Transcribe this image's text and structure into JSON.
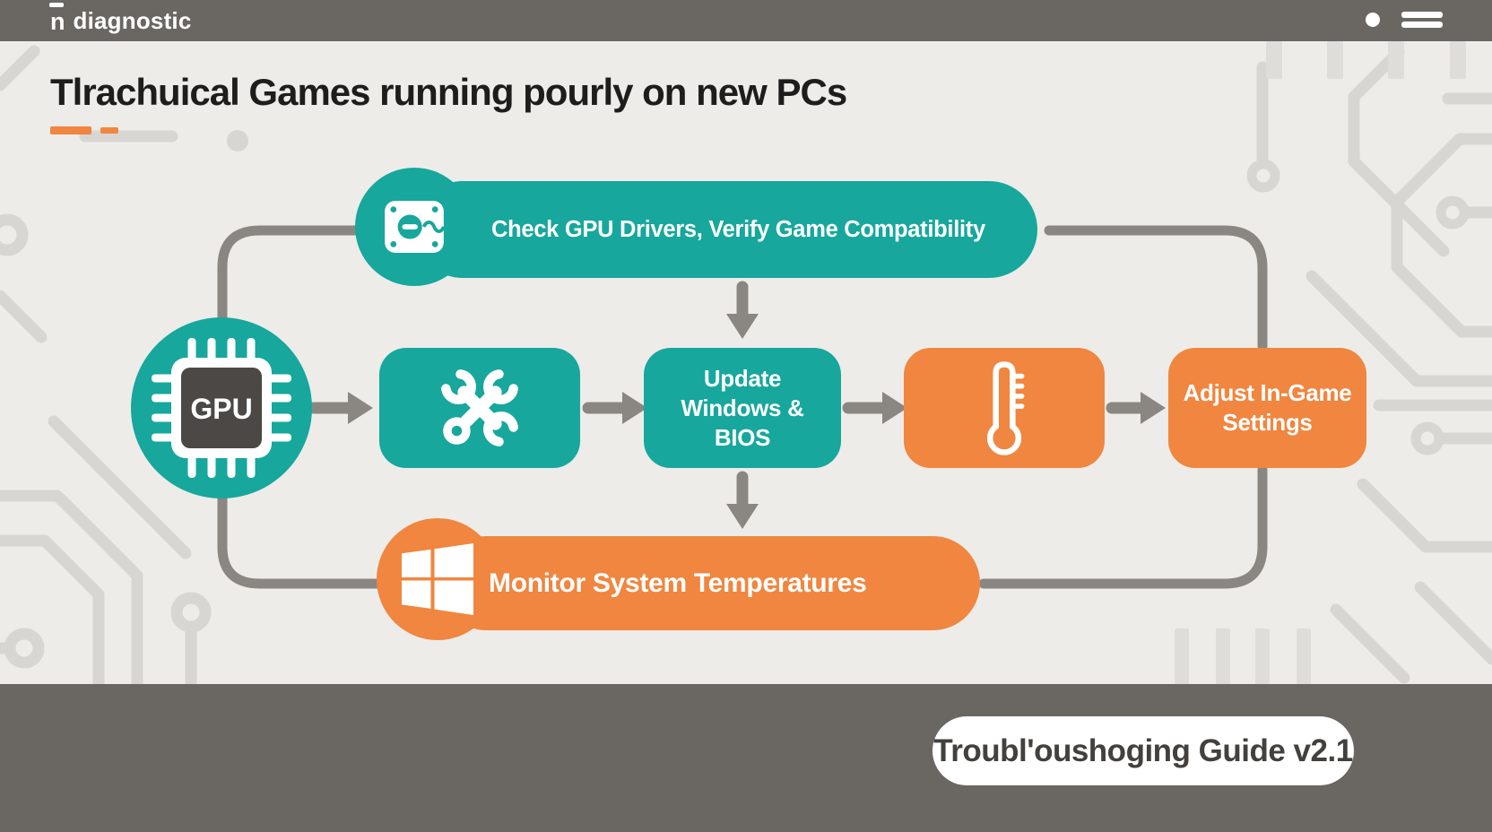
{
  "topbar": {
    "logo_glyph": "n",
    "brand": "diagnostic"
  },
  "page": {
    "title": "Tlrachuical Games running pourly on new PCs"
  },
  "flow": {
    "top_pill": {
      "label": "Check GPU Drivers, Verify Game Compatibility",
      "icon": "gpu-driver-card-icon"
    },
    "start": {
      "chip_label": "GPU",
      "icon": "gpu-chip-icon"
    },
    "tools_step": {
      "icon": "crossed-wrenches-icon"
    },
    "update_step": {
      "label": "Update Windows & BIOS"
    },
    "temp_step": {
      "icon": "thermometer-icon"
    },
    "adjust_step": {
      "label": "Adjust In-Game Settings"
    },
    "bottom_pill": {
      "label": "Monitor System Temperatures",
      "icon": "windows-logo-icon"
    }
  },
  "footer": {
    "badge_label": "Troubl'oushoging Guide v2.1"
  },
  "colors": {
    "teal": "#17A79C",
    "orange": "#F0863F",
    "bar_gray": "#6A6762",
    "connector_gray": "#8A8782",
    "background": "#EDECE9",
    "circuit_trace": "#D8D6D3",
    "title_text": "#1F1D1B",
    "badge_text": "#43403D"
  }
}
